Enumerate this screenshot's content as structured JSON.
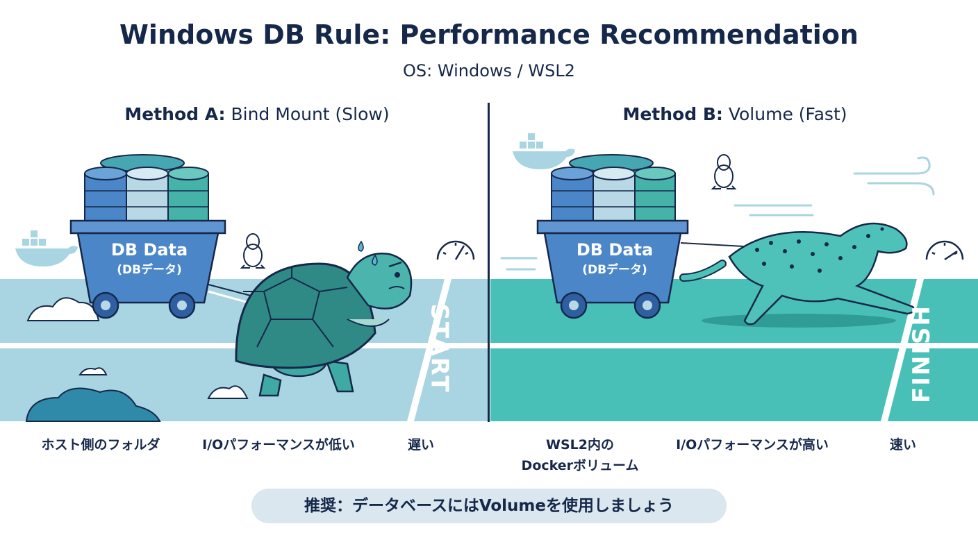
{
  "header": {
    "title": "Windows DB Rule: Performance Recommendation",
    "subtitle": "OS: Windows / WSL2"
  },
  "method_a": {
    "title_bold": "Method A:",
    "title_rest": " Bind Mount (Slow)",
    "cart_label": "DB Data",
    "cart_sublabel": "(DBデータ)",
    "lane_marker": "START",
    "captions": [
      "ホスト側のフォルダ",
      "I/Oパフォーマンスが低い",
      "遅い"
    ]
  },
  "method_b": {
    "title_bold": "Method B:",
    "title_rest": " Volume (Fast)",
    "cart_label": "DB Data",
    "cart_sublabel": "(DBデータ)",
    "lane_marker": "FINISH",
    "captions_line1": [
      "WSL2内の",
      "I/Oパフォーマンスが高い",
      "速い"
    ],
    "caption_line2": "Dockerボリューム"
  },
  "footer": {
    "recommendation": "推奨：データベースにはVolumeを使用しましょう"
  },
  "colors": {
    "navy": "#16284a",
    "track_slow": "#a9d4e2",
    "track_fast": "#48c0b8",
    "cart_blue": "#4a86c8",
    "turtle_green": "#3fa9a4",
    "cheetah": "#4ec2b8"
  },
  "icons": [
    "docker-whale-icon",
    "linux-penguin-icon",
    "speedometer-icon",
    "sweat-drop-icon",
    "wind-lines-icon"
  ]
}
